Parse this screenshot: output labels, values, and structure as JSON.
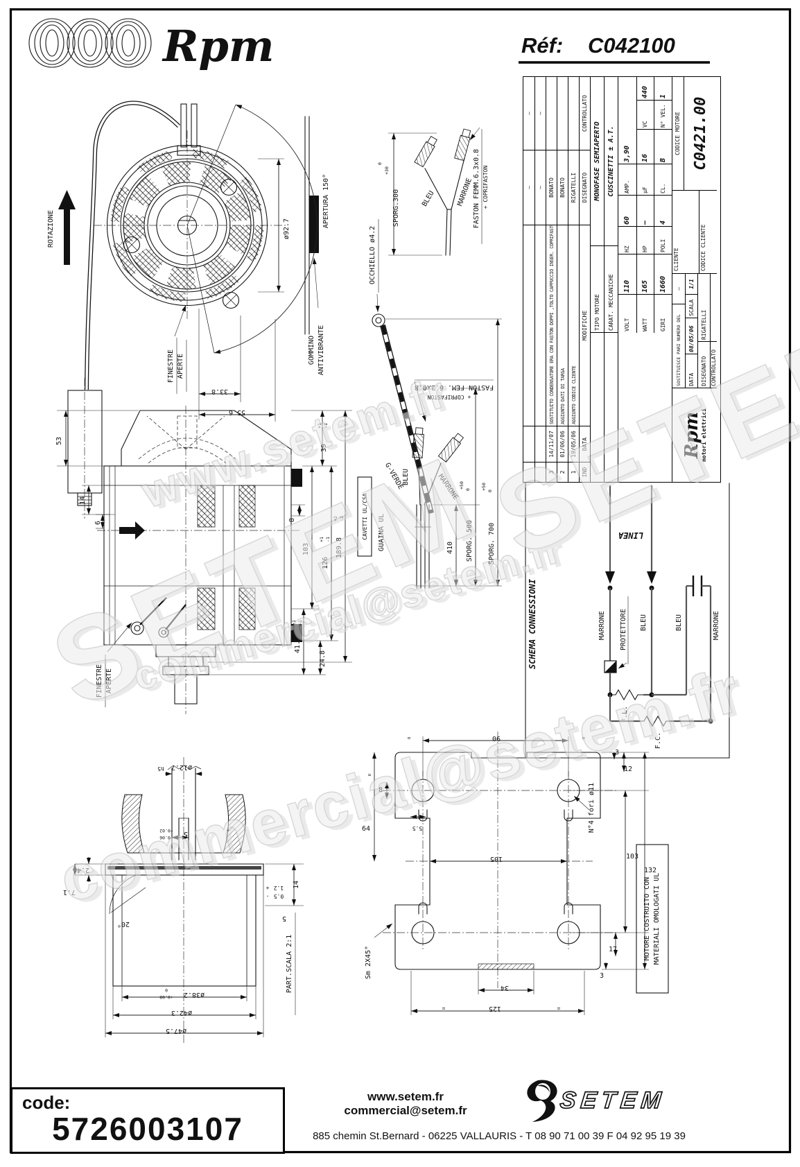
{
  "header": {
    "brand": "Rpm",
    "ref_label": "Réf:",
    "ref_value": "C042100"
  },
  "front_view": {
    "rotazione": "ROTAZIONE",
    "apertura": "APERTURA 150°",
    "diameter": "ø92.7",
    "dim_33_8": "33.8",
    "dim_55_6": "55.6",
    "finestre_line1": "FINESTRE",
    "finestre_line2": "APERTE",
    "gommino_line1": "GOMMINO",
    "gommino_line2": "ANTIVIBRANTE"
  },
  "side_view": {
    "d53": "53",
    "d14": "14",
    "d6": "6",
    "d39": "39",
    "d39_tp": "+1",
    "d39_tm": "-1",
    "d8": "8",
    "d103": "103",
    "d126": "126",
    "d126_tp": "+1",
    "d126_tm": "-1",
    "d189_8": "189.8",
    "d189_8_tp": "+2",
    "d189_8_tm": "-2",
    "d41_3": "41.3",
    "d41_3_tp": "+1",
    "d41_3_tm": "-1",
    "d24_8": "24.8",
    "finestre_line1": "FINESTRE",
    "finestre_line2": "APERTE"
  },
  "cable_detail": {
    "occhiello": "OCCHIELLO ø4.2",
    "sporg300": "SPORG.300",
    "sporg300_t1": "0",
    "sporg300_t2": "+30",
    "bleu": "BLEU",
    "marrone": "MARRONE",
    "faston_top_line1": "FASTON FEMM.6.3x0.8",
    "faston_top_line2": "+ COPRIFASTON",
    "faston_mid_line1": "FASTON FEM. 6.3x0.8",
    "faston_mid_line2": "+ COPRIFASTON",
    "g_verde": "G-VERDE",
    "bleu2": "BLEU",
    "marrone2": "MARRONE",
    "cavetti": "CAVETTI UL/CSA",
    "guaina": "GUAINA UL",
    "d410": "410",
    "sporg500": "SPORG. 500",
    "sporg500_t1": "+50",
    "sporg500_t2": "0",
    "sporg700": "SPORG. 700",
    "sporg700_t1": "+50",
    "sporg700_t2": "0"
  },
  "title_block": {
    "revisions": [
      {
        "ind": "",
        "date": "",
        "desc": "",
        "name": "—",
        "check": "—"
      },
      {
        "ind": "",
        "date": "",
        "desc": "",
        "name": "—",
        "check": "—"
      },
      {
        "ind": "3",
        "date": "14/11/07",
        "desc": "SOSTITUITO CONDENSATORE ERA CON FASTON DOPPI ,TOLTO CAPPUCCIO INSER. COPRIFASTON",
        "name": "BONATO",
        "check": ""
      },
      {
        "ind": "2",
        "date": "01/06/06",
        "desc": "AGGIUNTO DATI DI TARGA",
        "name": "BONATO",
        "check": ""
      },
      {
        "ind": "1",
        "date": "19/05/06",
        "desc": "AGGIUNTO CODICE CLIENTE",
        "name": "RIGATELLI",
        "check": ""
      }
    ],
    "rev_headers": {
      "ind": "IND",
      "date": "DATA",
      "desc": "MODIFICHE",
      "name": "DISEGNATO",
      "check": "CONTROLLATO"
    },
    "tipo_label": "TIPO MOTORE",
    "tipo_value": "MONOFASE SEMIAPERTO",
    "carat_label": "CARAT. MECCANICHE",
    "carat_value": "CUSCINETTI ± A.T.",
    "specs": {
      "volt_label": "VOLT",
      "volt": "110",
      "hz_label": "HZ",
      "hz": "60",
      "amp_label": "AMP.",
      "amp": "3,90",
      "watt_label": "WATT",
      "watt": "165",
      "hp_label": "HP",
      "hp": "—",
      "uf_label": "µF",
      "uf": "16",
      "vc_label": "VC",
      "vc": "440",
      "giri_label": "GIRI",
      "giri": "1660",
      "poli_label": "POLI",
      "poli": "4",
      "cl_label": "CL.",
      "cl": "B",
      "nvel_label": "N° VEL.",
      "nvel": "1"
    },
    "logo_brand": "Rpm",
    "logo_sub": "motori elettrici",
    "sostituisce_label": "SOSTITUISCE PARI NUMERO DEL",
    "sostituisce_value": "—",
    "data_label": "DATA",
    "data_value": "08/05/06",
    "scala_label": "SCALA",
    "scala_value": "1/1",
    "disegnato_label": "DISEGNATO",
    "disegnato_value": "RIGATELLI",
    "controllato_label": "CONTROLLATO",
    "cliente_label": "CLIENTE",
    "codice_cliente_label": "CODICE CLIENTE",
    "codice_motore_label": "CODICE MOTORE",
    "codice_motore_value": "C0421.00"
  },
  "schema": {
    "title": "SCHEMA CONNESSIONI",
    "linea": "LINEA",
    "marrone1": "MARRONE",
    "bleu1": "BLEU",
    "protettore": "PROTETTORE",
    "fl": "F.L.",
    "fc": "F.C.",
    "bleu2": "BLEU",
    "marrone2": "MARRONE"
  },
  "shaft_detail": {
    "d12_7": "ø12.7",
    "h5": "h5",
    "d5_top": "5",
    "d5_tp": "+0.02",
    "d5_tm": "-0.06",
    "d2_4": "2.4",
    "d7_1": "7.1",
    "a20": "20°",
    "d1_2": "1.2",
    "d0_5": "0.5",
    "sp": "+",
    "sm": "-",
    "d14": "14",
    "d5_side": "5",
    "d38_2": "ø38.2",
    "d38_2_t1": "0",
    "d38_2_t2": "+0.08",
    "d42_3": "ø42.3",
    "d47_5": "ø47.5",
    "scala": "PART.SCALA 2:1"
  },
  "plate_view": {
    "d90": "90",
    "d64": "64",
    "d8": "8",
    "d5_5": "5.5",
    "d105": "105",
    "fori": "N°4 fori ø11",
    "d3_top": "3",
    "d12": "12",
    "d103": "103",
    "d132": "132",
    "d17": "17",
    "d3_bot": "3",
    "d34": "34",
    "d125": "125",
    "sm": "Sm 2X45°",
    "eq": "="
  },
  "ul_note": {
    "line1": "MOTORE COSTRUITO CON",
    "line2": "MATERIALI OMOLOGATI UL"
  },
  "watermarks": {
    "site": "www.setem.fr",
    "brand": "SETEM",
    "email": "commercial@setem.fr"
  },
  "footer": {
    "code_label": "code:",
    "code_value": "5726003107",
    "site": "www.setem.fr",
    "email": "commercial@setem.fr",
    "brand": "SETEM",
    "address": "885 chemin St.Bernard  -  06225 VALLAURIS  -  T 08 90 71 00 39   F 04 92 95 19 39"
  }
}
